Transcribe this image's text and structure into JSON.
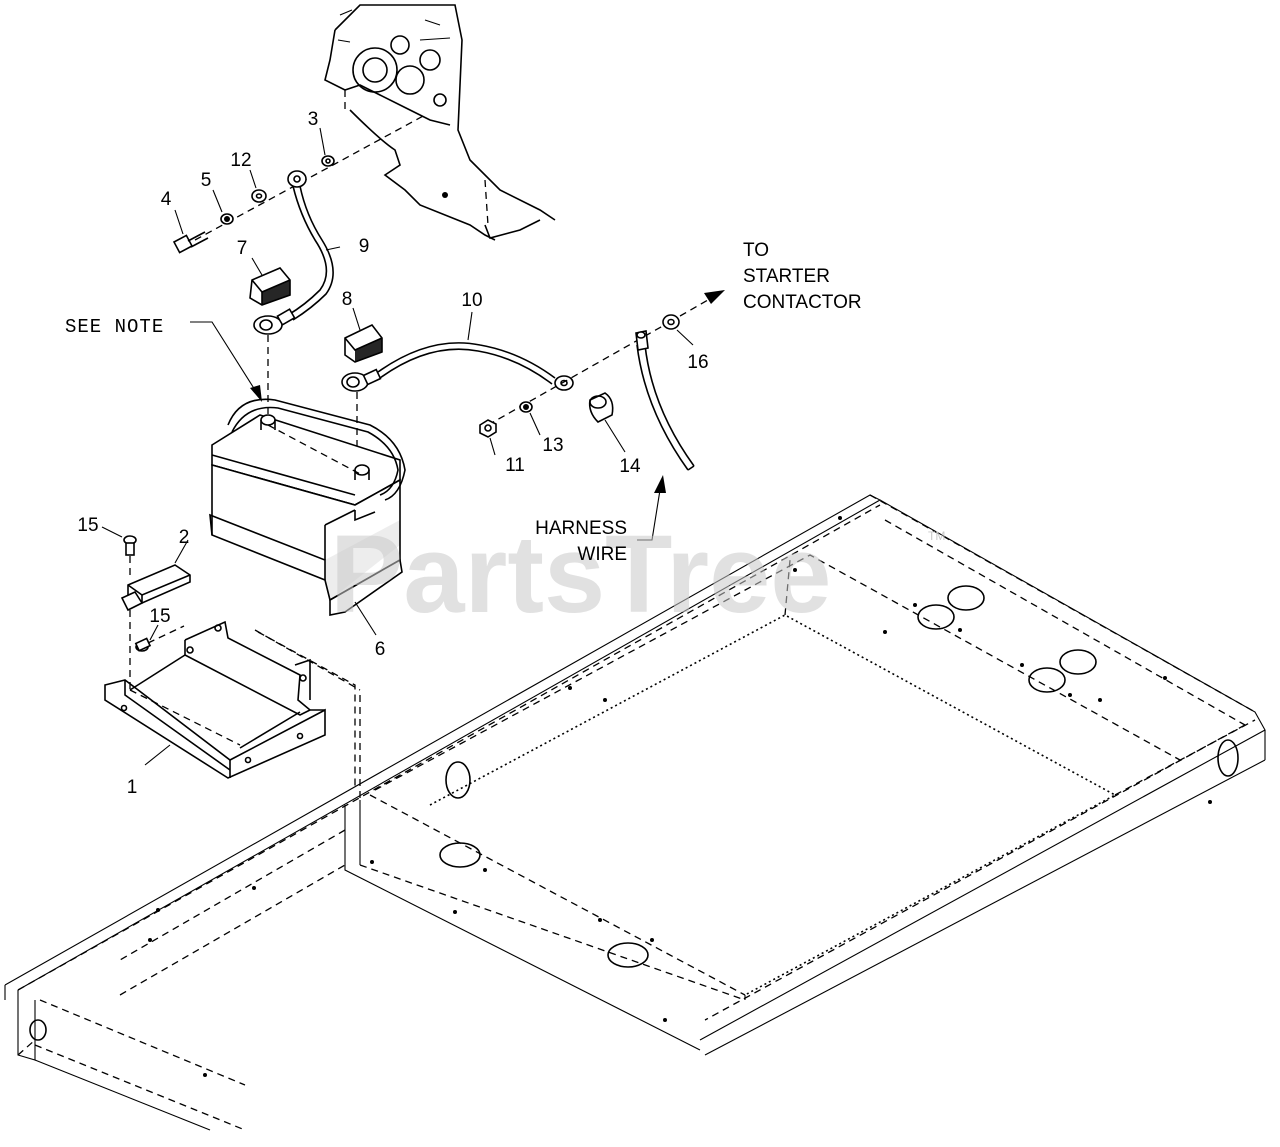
{
  "watermark": {
    "text": "PartsTree",
    "trademark": "TM"
  },
  "callouts": {
    "c1": "1",
    "c2": "2",
    "c3": "3",
    "c4": "4",
    "c5": "5",
    "c6": "6",
    "c7": "7",
    "c8": "8",
    "c9": "9",
    "c10": "10",
    "c11": "11",
    "c12": "12",
    "c13": "13",
    "c14": "14",
    "c15a": "15",
    "c15b": "15",
    "c16": "16"
  },
  "notes": {
    "see_note": "SEE NOTE",
    "to_starter": [
      "TO",
      "STARTER",
      "CONTACTOR"
    ],
    "harness_wire": [
      "HARNESS",
      "WIRE"
    ]
  }
}
